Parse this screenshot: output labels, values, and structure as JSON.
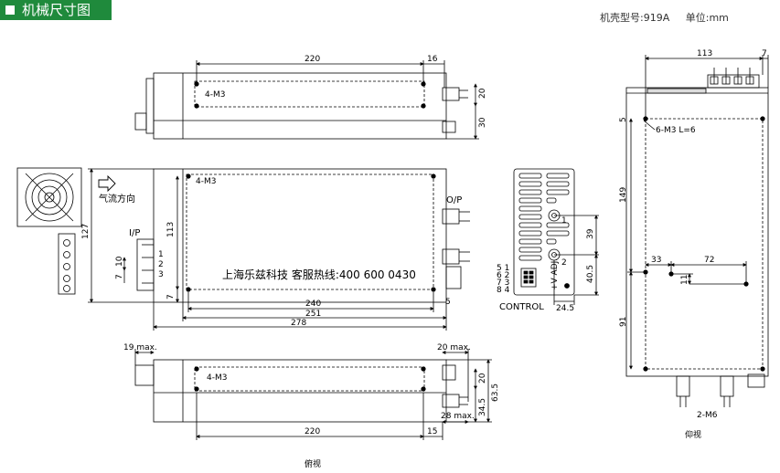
{
  "header": {
    "title": "机械尺寸图"
  },
  "model": {
    "label": "机壳型号:919A",
    "unit": "单位:mm"
  },
  "hotline": "上海乐兹科技 客服热线:400 600 0430",
  "captions": {
    "bottom": "俯视",
    "right": "仰视"
  },
  "top_view": {
    "d220": "220",
    "d16": "16",
    "m3": "4-M3",
    "d20": "20",
    "d30": "30"
  },
  "front_view": {
    "airflow": "气流方向",
    "ip": "I/P",
    "op": "O/P",
    "m3": "4-M3",
    "d127": "127",
    "d113": "113",
    "d7": "7",
    "d10": "10",
    "d7b": "7",
    "d240": "240",
    "d251": "251",
    "d278": "278",
    "d5": "5",
    "pins": [
      "1",
      "2",
      "3"
    ]
  },
  "bottom_view": {
    "m19": "19 max.",
    "m20": "20 max.",
    "m3": "4-M3",
    "d20": "20",
    "d345": "34.5",
    "d635": "63.5",
    "m28": "28 max.",
    "d220": "220",
    "d15": "15"
  },
  "control_view": {
    "label": "CONTROL",
    "pins": [
      "5 1",
      "6 2",
      "7 3",
      "8 4"
    ],
    "vadj": "+V ADJ.",
    "t1": "1",
    "t2": "2",
    "d39": "39",
    "d405": "40.5",
    "d245": "24.5"
  },
  "side_view": {
    "d113": "113",
    "d7": "7",
    "d5": "5",
    "m3": "6-M3 L=6",
    "d149": "149",
    "d33": "33",
    "d72": "72",
    "d11": "11",
    "d91": "91",
    "m6": "2-M6"
  }
}
